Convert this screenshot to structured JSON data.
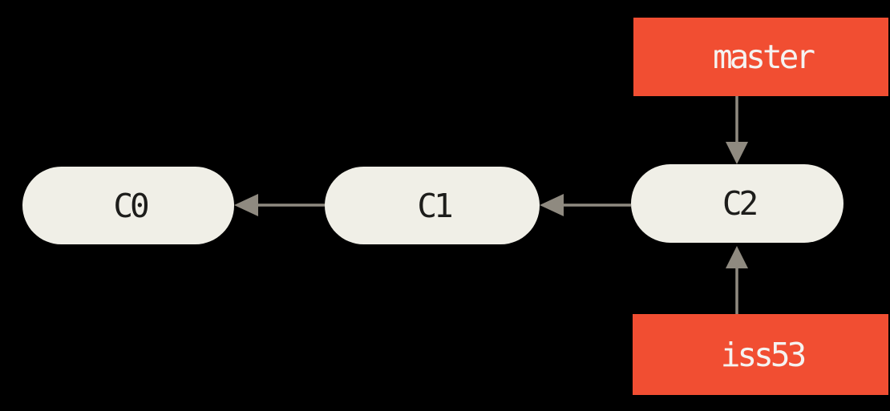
{
  "diagram": {
    "type": "git-commit-graph",
    "commits": [
      {
        "id": "c0",
        "label": "C0"
      },
      {
        "id": "c1",
        "label": "C1"
      },
      {
        "id": "c2",
        "label": "C2"
      }
    ],
    "branches": [
      {
        "id": "master",
        "label": "master",
        "points_to": "C2"
      },
      {
        "id": "iss53",
        "label": "iss53",
        "points_to": "C2"
      }
    ],
    "edges": [
      {
        "from": "C1",
        "to": "C0"
      },
      {
        "from": "C2",
        "to": "C1"
      },
      {
        "from": "master",
        "to": "C2"
      },
      {
        "from": "iss53",
        "to": "C2"
      }
    ],
    "colors": {
      "background": "#000000",
      "node_fill": "#f0efe7",
      "node_text": "#1d1d1b",
      "branch_bg": "#f14e32",
      "branch_text": "#f5f3f1",
      "arrow": "#8f8a80"
    }
  }
}
